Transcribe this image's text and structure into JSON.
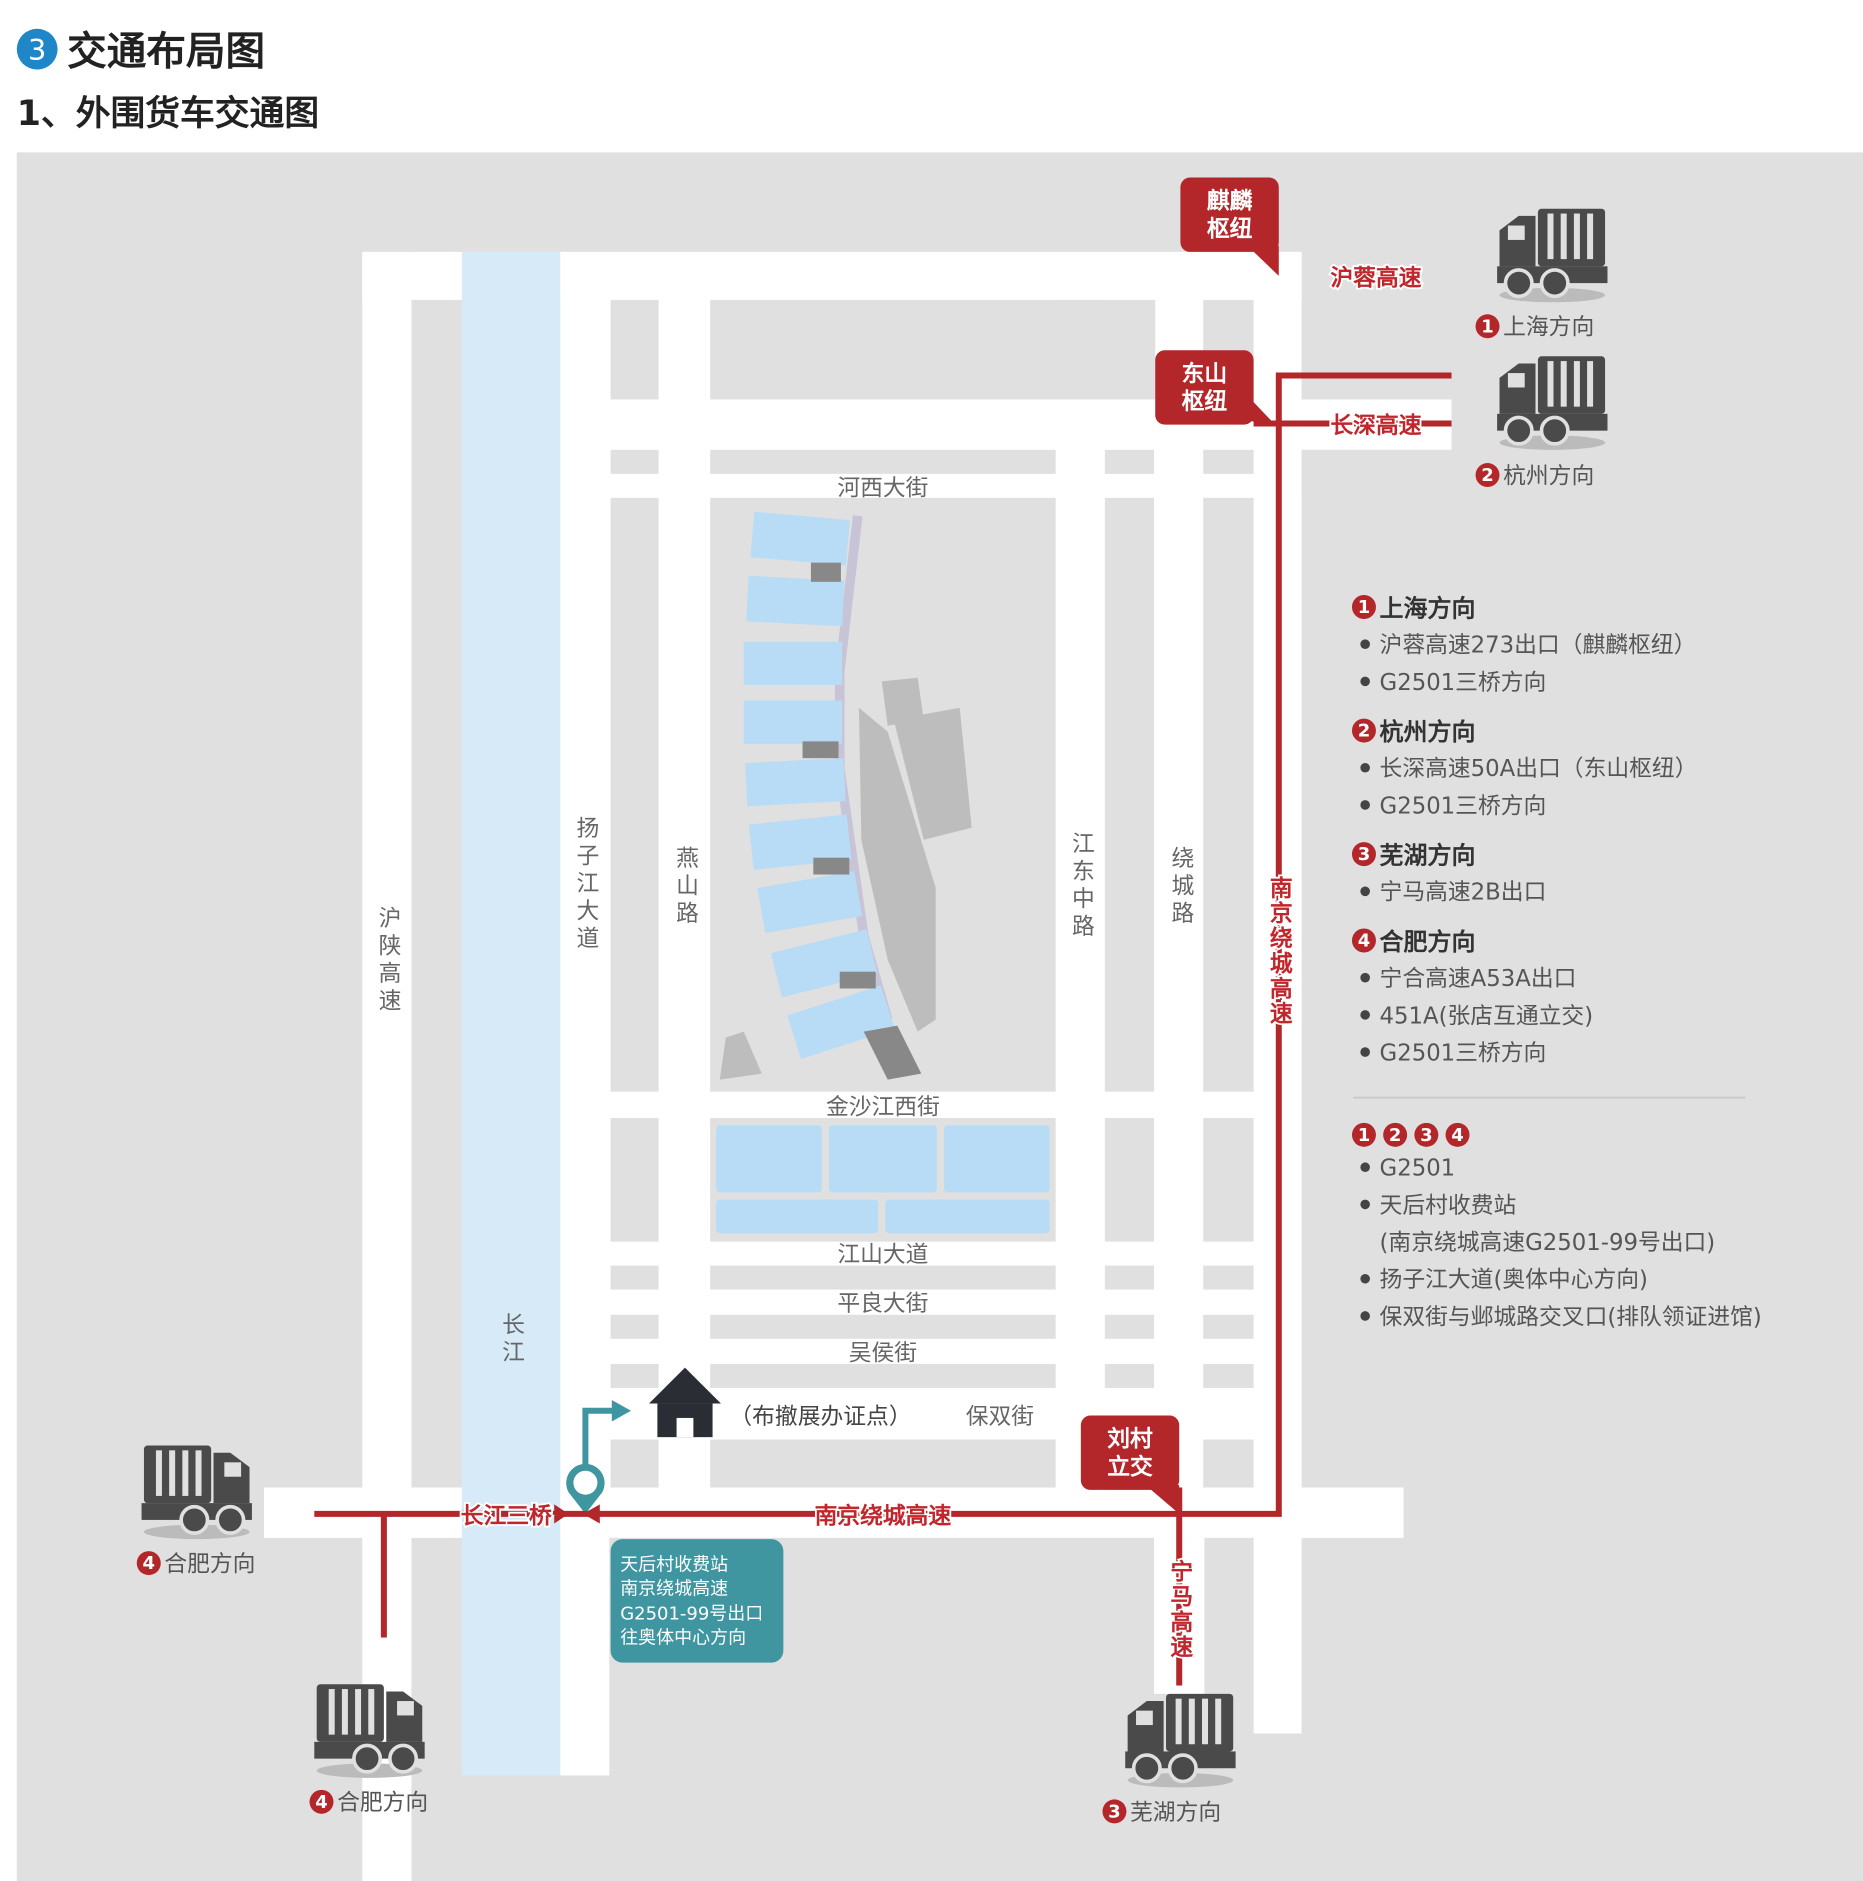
{
  "header": {
    "section_number": "3",
    "title": "交通布局图",
    "subtitle": "1、外围货车交通图"
  },
  "colors": {
    "highway_red": "#b3262a",
    "river_blue": "#d6eaf8",
    "teal": "#3f96a0",
    "map_gray": "#e0e0e0"
  },
  "roads": {
    "hushan": "沪陕高速",
    "changjiang": "长江",
    "yangzijiang": "扬子江大道",
    "yanshan": "燕山路",
    "jiangdong": "江东中路",
    "raocheng": "绕城路",
    "hexi": "河西大街",
    "jinshajiang": "金沙江西街",
    "jiangshan": "江山大道",
    "pingliang": "平良大街",
    "wuhou": "吴侯街",
    "baoshuang": "保双街",
    "office": "（布撤展办证点）"
  },
  "highways": {
    "hurong": "沪蓉高速",
    "changshen": "长深高速",
    "nanjing_ring": "南京绕城高速",
    "ningma": "宁马高速",
    "sanqiao": "长江三桥",
    "ring_vertical": "南京绕城高速"
  },
  "callouts": {
    "qilin": [
      "麒麟",
      "枢纽"
    ],
    "dongshan": [
      "东山",
      "枢纽"
    ],
    "liucun": [
      "刘村",
      "立交"
    ]
  },
  "toll_box": [
    "天后村收费站",
    "南京绕城高速",
    "G2501-99号出口",
    "往奥体中心方向"
  ],
  "directions": [
    {
      "num": "1",
      "label": "上海方向"
    },
    {
      "num": "2",
      "label": "杭州方向"
    },
    {
      "num": "3",
      "label": "芜湖方向"
    },
    {
      "num": "4",
      "label": "合肥方向"
    },
    {
      "num": "4",
      "label": "合肥方向"
    }
  ],
  "legend": {
    "groups": [
      {
        "num": "1",
        "title": "上海方向",
        "items": [
          "沪蓉高速273出口（麒麟枢纽）",
          "G2501三桥方向"
        ]
      },
      {
        "num": "2",
        "title": "杭州方向",
        "items": [
          "长深高速50A出口（东山枢纽）",
          "G2501三桥方向"
        ]
      },
      {
        "num": "3",
        "title": "芜湖方向",
        "items": [
          "宁马高速2B出口"
        ]
      },
      {
        "num": "4",
        "title": "合肥方向",
        "items": [
          "宁合高速A53A出口",
          "451A(张店互通立交)",
          "G2501三桥方向"
        ]
      }
    ],
    "common_nums": [
      "1",
      "2",
      "3",
      "4"
    ],
    "common_items": [
      "G2501",
      "天后村收费站",
      "(南京绕城高速G2501-99号出口)",
      "扬子江大道(奥体中心方向)",
      "保双街与邺城路交叉口(排队领证进馆)"
    ]
  }
}
